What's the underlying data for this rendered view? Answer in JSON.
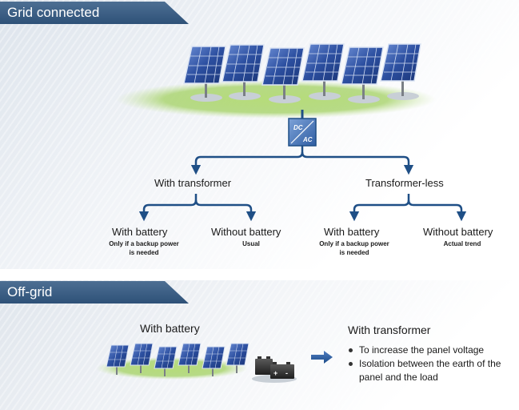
{
  "grid": {
    "title": "Grid connected",
    "inverter": {
      "top": "DC",
      "bottom": "AC"
    },
    "with_transformer": {
      "label": "With transformer",
      "with_battery": {
        "label": "With battery",
        "note": "Only if a backup power is needed"
      },
      "without_battery": {
        "label": "Without battery",
        "note": "Usual"
      }
    },
    "transformer_less": {
      "label": "Transformer-less",
      "with_battery": {
        "label": "With battery",
        "note": "Only if a backup power is needed"
      },
      "without_battery": {
        "label": "Without battery",
        "note": "Actual trend"
      }
    }
  },
  "offgrid": {
    "title": "Off-grid",
    "battery_label": "With battery",
    "transformer_title": "With transformer",
    "bullets": [
      "To increase the panel voltage",
      "Isolation between the earth of the panel and the load"
    ],
    "battery_signs": {
      "plus": "+",
      "minus": "-"
    }
  },
  "colors": {
    "banner": "#3a5e86",
    "arrow": "#1f4f86",
    "panel_blue": "#2c4fa0",
    "grass": "#9ccc5a"
  }
}
